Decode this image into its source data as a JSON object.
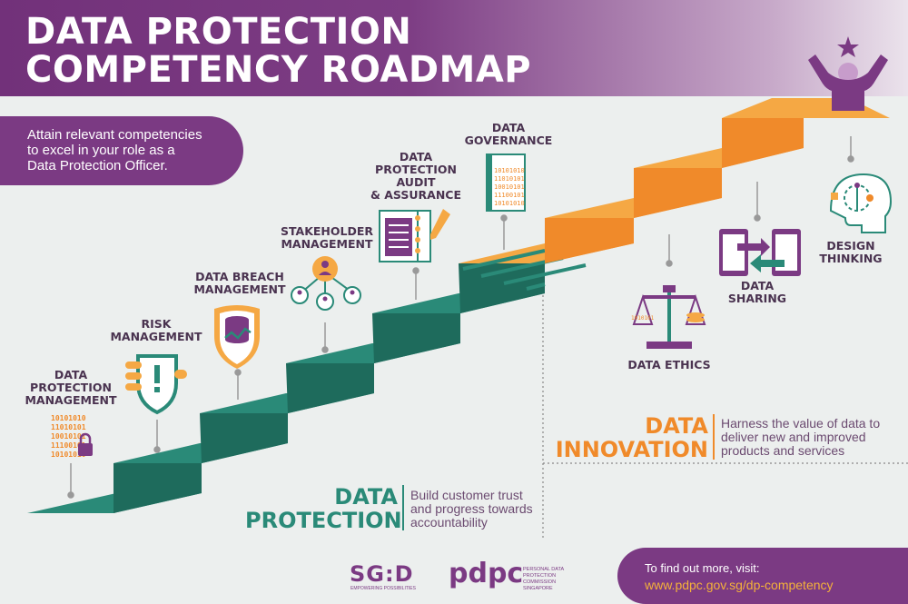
{
  "header": {
    "title_line1": "DATA PROTECTION",
    "title_line2": "COMPETENCY ROADMAP"
  },
  "intro": {
    "line1": "Attain relevant competencies",
    "line2": "to excel in your role as a",
    "line3": "Data Protection Officer."
  },
  "protection_competencies": [
    {
      "line1": "DATA",
      "line2": "PROTECTION",
      "line3": "MANAGEMENT"
    },
    {
      "line1": "RISK",
      "line2": "MANAGEMENT"
    },
    {
      "line1": "DATA BREACH",
      "line2": "MANAGEMENT"
    },
    {
      "line1": "STAKEHOLDER",
      "line2": "MANAGEMENT"
    },
    {
      "line1": "DATA",
      "line2": "PROTECTION",
      "line3": "AUDIT",
      "line4": "& ASSURANCE"
    },
    {
      "line1": "DATA",
      "line2": "GOVERNANCE"
    }
  ],
  "innovation_competencies": [
    {
      "line1": "DATA ETHICS"
    },
    {
      "line1": "DATA",
      "line2": "SHARING"
    },
    {
      "line1": "DESIGN",
      "line2": "THINKING"
    }
  ],
  "data_protection": {
    "title1": "DATA",
    "title2": "PROTECTION",
    "desc1": "Build customer trust",
    "desc2": "and progress towards",
    "desc3": "accountability"
  },
  "data_innovation": {
    "title1": "DATA",
    "title2": "INNOVATION",
    "desc1": "Harness the value of data to",
    "desc2": "deliver new and improved",
    "desc3": "products and services"
  },
  "footer": {
    "cta": "To find out more, visit:",
    "url": "www.pdpc.gov.sg/dp-competency",
    "logo1": "SG:D",
    "logo1_sub": "EMPOWERING POSSIBILITIES",
    "logo2": "pdpc",
    "logo2_sub1": "PERSONAL DATA",
    "logo2_sub2": "PROTECTION COMMISSION",
    "logo2_sub3": "SINGAPORE"
  },
  "binary_text": "10101010",
  "colors": {
    "purple": "#7b3a83",
    "teal": "#2a8a78",
    "orange": "#f08a2a",
    "light_orange": "#f5a844"
  },
  "icons": [
    "lock-icon",
    "shield-alert-icon",
    "database-shield-icon",
    "people-network-icon",
    "notebook-pen-icon",
    "binary-book-icon",
    "scales-icon",
    "tablets-exchange-icon",
    "head-gear-icon",
    "star-person-icon",
    "qr-code-icon"
  ]
}
